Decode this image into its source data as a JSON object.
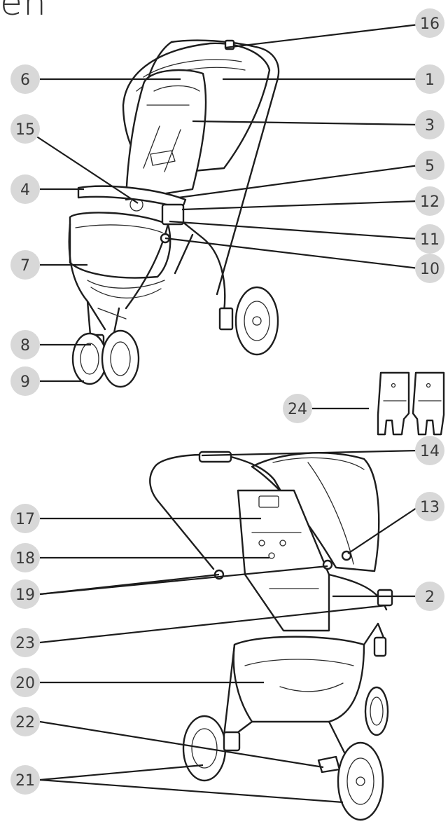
{
  "header": {
    "title": "en"
  },
  "callouts": [
    "1",
    "2",
    "3",
    "4",
    "5",
    "6",
    "7",
    "8",
    "9",
    "10",
    "11",
    "12",
    "13",
    "14",
    "15",
    "16",
    "17",
    "18",
    "19",
    "20",
    "21",
    "22",
    "23",
    "24"
  ],
  "colors": {
    "badge": "#d8d8d8",
    "line": "#1c1c1c",
    "label": "#3a3a3a"
  }
}
